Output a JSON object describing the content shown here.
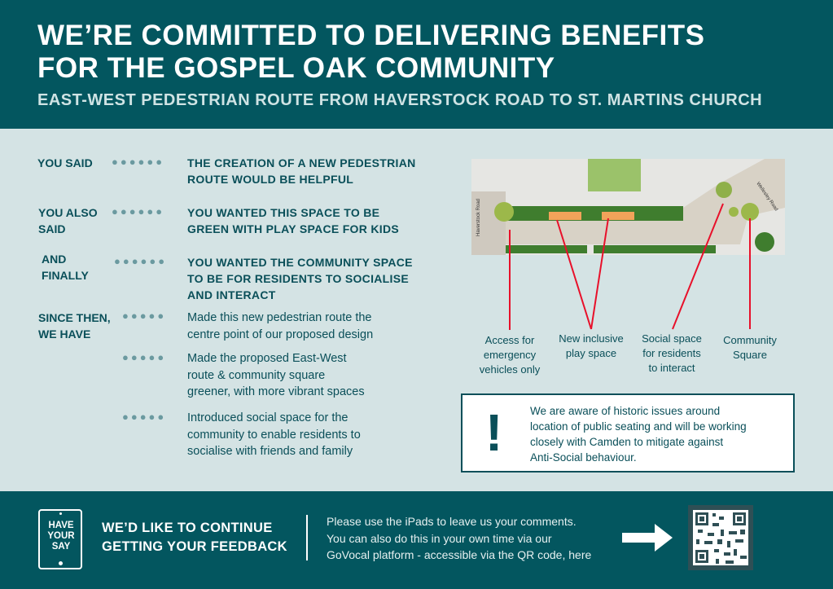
{
  "header": {
    "title_line1": "WE’RE COMMITTED TO DELIVERING BENEFITS",
    "title_line2": "FOR THE GOSPEL OAK COMMUNITY",
    "subtitle": "EAST-WEST PEDESTRIAN ROUTE FROM HAVERSTOCK ROAD TO ST. MARTINS CHURCH"
  },
  "feedback": [
    {
      "label_1": "YOU SAID",
      "label_2": "",
      "text_1": "THE CREATION OF A NEW PEDESTRIAN",
      "text_2": "ROUTE WOULD BE HELPFUL",
      "text_3": ""
    },
    {
      "label_1": "YOU ALSO",
      "label_2": "SAID",
      "text_1": "YOU WANTED THIS SPACE TO BE",
      "text_2": "GREEN WITH PLAY SPACE FOR KIDS",
      "text_3": ""
    },
    {
      "label_1": "AND",
      "label_2": "FINALLY",
      "text_1": "YOU WANTED THE COMMUNITY SPACE",
      "text_2": "TO BE FOR RESIDENTS TO SOCIALISE",
      "text_3": "AND INTERACT"
    }
  ],
  "since": {
    "label_1": "SINCE THEN,",
    "label_2": "WE HAVE",
    "actions": [
      {
        "l1": "Made this new pedestrian route the",
        "l2": "centre point of our proposed design",
        "l3": ""
      },
      {
        "l1": "Made the proposed East-West",
        "l2": "route & community square",
        "l3": "greener, with more vibrant spaces"
      },
      {
        "l1": "Introduced social space for the",
        "l2": "community to enable residents to",
        "l3": "socialise with friends and family"
      }
    ]
  },
  "map": {
    "road_west": "Haverstock Road",
    "road_east": "Wellesley Road",
    "captions": [
      {
        "l1": "Access for",
        "l2": "emergency",
        "l3": "vehicles only"
      },
      {
        "l1": "New inclusive",
        "l2": "play space",
        "l3": ""
      },
      {
        "l1": "Social space",
        "l2": "for residents",
        "l3": "to interact"
      },
      {
        "l1": "Community",
        "l2": "Square",
        "l3": ""
      }
    ]
  },
  "notice": {
    "icon": "exclamation-icon",
    "l1": "We are aware of historic issues around",
    "l2": "location of public seating and will be working",
    "l3": "closely with Camden to mitigate against",
    "l4": "Anti-Social behaviour."
  },
  "footer": {
    "ipad_l1": "HAVE",
    "ipad_l2": "YOUR",
    "ipad_l3": "SAY",
    "heading_1": "WE’D LIKE TO CONTINUE",
    "heading_2": "GETTING YOUR FEEDBACK",
    "text_1": "Please use the iPads to leave us your comments.",
    "text_2": "You can also do this in your own time via our",
    "text_3": "GoVocal platform - accessible via the QR code, here"
  },
  "colors": {
    "primary": "#03565f",
    "background": "#d4e3e4",
    "arrow": "#e8102a"
  }
}
